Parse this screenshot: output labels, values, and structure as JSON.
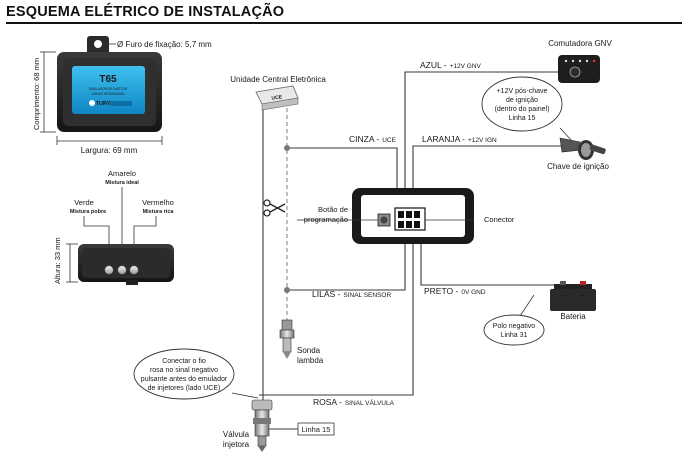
{
  "title": "ESQUEMA ELÉTRICO DE INSTALAÇÃO",
  "module": {
    "name": "T65",
    "sub1": "EMULADOR DE INJETOR",
    "sub2": "LINHAS INTEGRADAS",
    "brand": "TURY",
    "hole": "Ø Furo de fixação: 5,7 mm",
    "length": "Comprimento: 68 mm",
    "width": "Largura: 69 mm",
    "height": "Altura: 33 mm"
  },
  "pots": {
    "amarelo": "Amarelo",
    "amarelo_sub": "Mistura ideal",
    "verde": "Verde",
    "verde_sub": "Mistura pobre",
    "vermelho": "Vermelho",
    "vermelho_sub": "Mistura rica"
  },
  "labels": {
    "uce_title": "Unidade Central Eletrônica",
    "uce_box": "UCE",
    "cinza": "CINZA -",
    "cinza_sub": "UCE",
    "laranja": "LARANJA -",
    "laranja_sub": "+12V IGN",
    "azul": "AZUL -",
    "azul_sub": "+12V GNV",
    "lilas": "LILÁS -",
    "lilas_sub": "SINAL SENSOR",
    "preto": "PRETO -",
    "preto_sub": "0V GND",
    "rosa": "ROSA -",
    "rosa_sub": "SINAL VÁLVULA",
    "botao1": "Botão de",
    "botao2": "programação",
    "conector": "Conector",
    "comutadora": "Comutadora GNV",
    "chave": "Chave de ignição",
    "bateria": "Bateria",
    "sonda1": "Sonda",
    "sonda2": "lambda",
    "valvula1": "Válvula",
    "valvula2": "injetora",
    "linha15": "Linha 15"
  },
  "notes": {
    "ign1": "+12V pós-chave",
    "ign2": "de ignição",
    "ign3": "(dentro do painel)",
    "ign4": "Linha 15",
    "polo1": "Polo negativo",
    "polo2": "Linha 31",
    "rosa1": "Conectar o fio",
    "rosa2": "rosa no sinal negativo",
    "rosa3": "pulsante antes do emulador",
    "rosa4": "de injetores (lado UCE)"
  },
  "colors": {
    "wire": "#3a3a3a",
    "dash": "#8a8a8a",
    "accent": "#1aa7e0",
    "module": "#262626"
  }
}
